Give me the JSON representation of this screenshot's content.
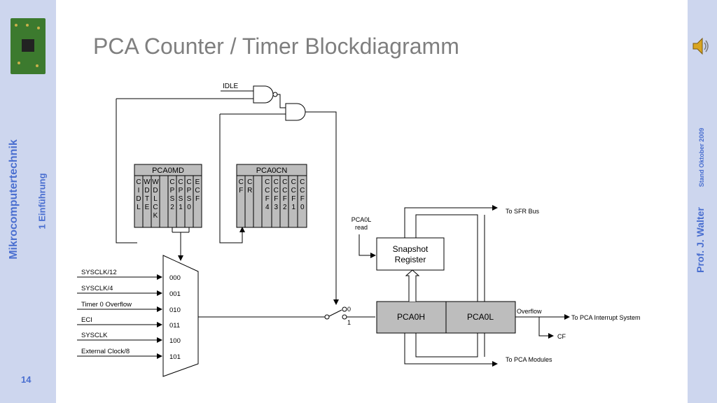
{
  "sidebar": {
    "course_title": "Mikrocomputertechnik",
    "chapter": "1 Einführung",
    "page_number": "14"
  },
  "right_bar": {
    "author": "Prof. J. Walter",
    "date": "Stand Oktober 2009"
  },
  "slide": {
    "title": "PCA Counter / Timer Blockdiagramm"
  },
  "icons": {
    "logo": "circuit-board-logo",
    "sound": "speaker-icon"
  },
  "diagram": {
    "idle_label": "IDLE",
    "pca0md": {
      "title": "PCA0MD",
      "bits": [
        "C\nI\nD\nL",
        "W\nD\nT\nE",
        "W\nD\nL\nC\nK",
        "",
        "C\nP\nS\n2",
        "C\nP\nS\n1",
        "C\nP\nS\n0",
        "E\nC\nF"
      ]
    },
    "pca0cn": {
      "title": "PCA0CN",
      "bits": [
        "C\nF",
        "C\nR",
        "",
        "C\nC\nF\n4",
        "C\nC\nF\n3",
        "C\nC\nF\n2",
        "C\nC\nF\n1",
        "C\nC\nF\n0"
      ]
    },
    "mux_inputs": [
      {
        "label": "SYSCLK/12",
        "code": "000"
      },
      {
        "label": "SYSCLK/4",
        "code": "001"
      },
      {
        "label": "Timer 0 Overflow",
        "code": "010"
      },
      {
        "label": "ECI",
        "code": "011"
      },
      {
        "label": "SYSCLK",
        "code": "100"
      },
      {
        "label": "External Clock/8",
        "code": "101"
      }
    ],
    "switch_0": "0",
    "switch_1": "1",
    "pca0l_read": "PCA0L\nread",
    "snapshot": "Snapshot\nRegister",
    "pca0h": "PCA0H",
    "pca0l": "PCA0L",
    "to_sfr": "To SFR Bus",
    "overflow": "Overflow",
    "to_interrupt": "To PCA Interrupt System",
    "cf": "CF",
    "to_modules": "To PCA Modules"
  }
}
